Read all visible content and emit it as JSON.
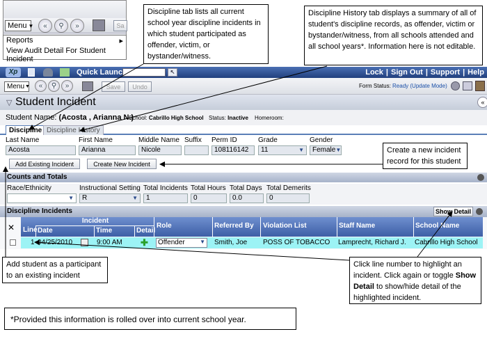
{
  "inset": {
    "menu_label": "Menu",
    "save_partial": "Sa",
    "popup_items": [
      "Reports",
      "View Audit Detail For Student Incident"
    ]
  },
  "callouts": {
    "discipline_tab": "Discipline tab lists all current school year discipline incidents in which student participated as offender,  victim, or bystander/witness.",
    "history_tab": "Discipline History tab displays a summary of all of student's discipline records, as offender, victim or bystander/witness,  from all schools attended and all school years*. Information here is not editable.",
    "new_incident": "Create a new incident record for this student",
    "add_student": "Add student as a participant to an existing incident",
    "line_number_a": "Click line number to highlight an incident. Click again or toggle ",
    "line_number_bold": "Show Detail",
    "line_number_b": " to show/hide detail of the highlighted incident.",
    "footnote": "*Provided this information is rolled over into current school year."
  },
  "topbar": {
    "logo": "Xp",
    "quick_launch": "Quick Launch",
    "links": [
      "Lock",
      "Sign Out",
      "Support",
      "Help"
    ]
  },
  "toolbar": {
    "menu_label": "Menu",
    "save": "Save",
    "undo": "Undo",
    "form_status_label": "Form Status:",
    "form_status_value": "Ready (Update Mode)"
  },
  "page": {
    "title": "Student Incident",
    "student_label": "Student Name:",
    "student_name": "(Acosta , Arianna N.)",
    "school_label": "School:",
    "school_value": "Cabrillo High School",
    "status_label": "Status:",
    "status_value": "Inactive",
    "homeroom_label": "Homeroom:"
  },
  "tabs": [
    "Discipline",
    "Discipline History"
  ],
  "student_fields": {
    "labels": [
      "Last Name",
      "First Name",
      "Middle Name",
      "Suffix",
      "Perm ID",
      "Grade",
      "Gender"
    ],
    "values": [
      "Acosta",
      "Arianna",
      "Nicole",
      "",
      "108116142",
      "11",
      "Female"
    ]
  },
  "buttons": {
    "add_existing": "Add Existing Incident",
    "create_new": "Create New Incident"
  },
  "counts": {
    "section_title": "Counts and Totals",
    "labels": [
      "Race/Ethnicity",
      "Instructional Setting",
      "Total Incidents",
      "Total Hours",
      "Total Days",
      "Total Demerits"
    ],
    "values": [
      "",
      "R",
      "1",
      "0",
      "0.0",
      "0"
    ]
  },
  "incidents": {
    "section_title": "Discipline Incidents",
    "show_detail": "Show Detail",
    "group_header": "Incident",
    "columns": [
      "Line",
      "Date",
      "Time",
      "Detail",
      "Role",
      "Referred By",
      "Violation List",
      "Staff Name",
      "School Name"
    ],
    "rows": [
      {
        "line": "1",
        "date": "04/25/2010",
        "time": "9:00 AM",
        "role": "Offender",
        "referred_by": "Smith, Joe",
        "violation": "POSS OF TOBACCO",
        "staff": "Lamprecht, Richard J.",
        "school": "Cabrillo High School"
      }
    ]
  },
  "colors": {
    "topbar": "#2c4a8a",
    "row_highlight": "#9cf3f5",
    "table_header": "#4b6db3"
  }
}
